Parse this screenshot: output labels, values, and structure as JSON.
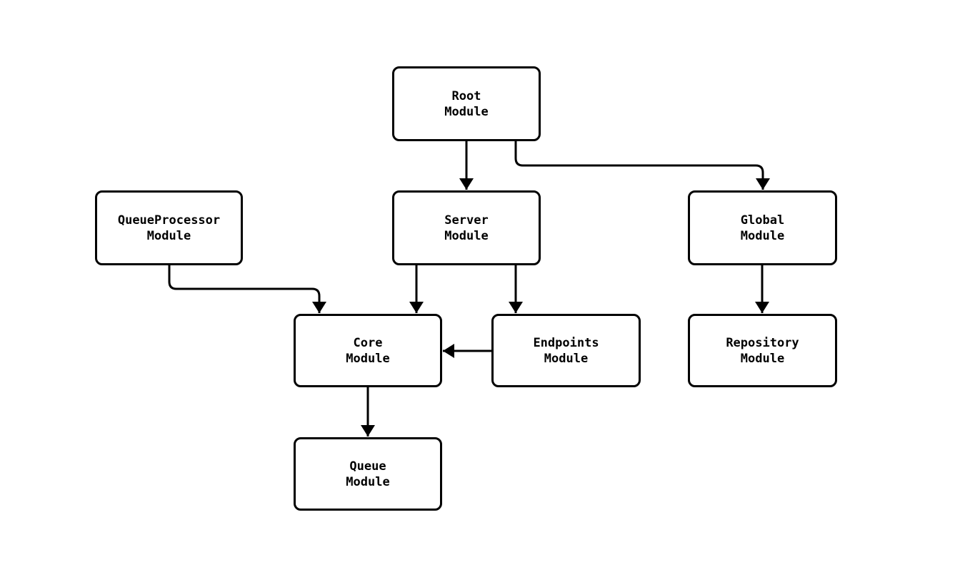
{
  "diagram": {
    "type": "module-dependency-graph",
    "colors": {
      "stroke": "#000000",
      "node_fill": "#ffffff",
      "background": "#ffffff",
      "text": "#000000"
    },
    "nodes": [
      {
        "id": "root",
        "label": "Root\nModule"
      },
      {
        "id": "queueprocessor",
        "label": "QueueProcessor\nModule"
      },
      {
        "id": "server",
        "label": "Server\nModule"
      },
      {
        "id": "global",
        "label": "Global\nModule"
      },
      {
        "id": "core",
        "label": "Core\nModule"
      },
      {
        "id": "endpoints",
        "label": "Endpoints\nModule"
      },
      {
        "id": "repository",
        "label": "Repository\nModule"
      },
      {
        "id": "queue",
        "label": "Queue\nModule"
      }
    ],
    "edges": [
      {
        "from": "root",
        "to": "server"
      },
      {
        "from": "root",
        "to": "global"
      },
      {
        "from": "queueprocessor",
        "to": "core"
      },
      {
        "from": "server",
        "to": "core"
      },
      {
        "from": "server",
        "to": "endpoints"
      },
      {
        "from": "endpoints",
        "to": "core"
      },
      {
        "from": "global",
        "to": "repository"
      },
      {
        "from": "core",
        "to": "queue"
      }
    ]
  }
}
